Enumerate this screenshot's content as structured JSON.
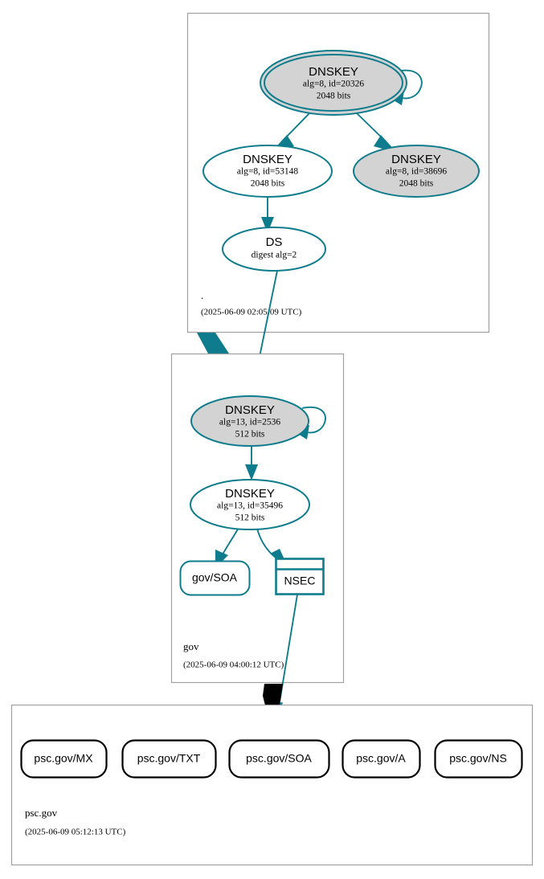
{
  "diagram": {
    "kind": "dnssec-authentication-chain",
    "colors": {
      "accent_teal": "#0e7c8c",
      "node_fill_gray": "#d3d3d3",
      "node_fill_white": "#ffffff",
      "zone_border": "#a0a0a0",
      "leaf_border": "#000000"
    }
  },
  "zones": {
    "root": {
      "label": ".",
      "timestamp": "(2025-06-09 02:05:09 UTC)",
      "nodes": {
        "ksk": {
          "type": "DNSKEY",
          "title": "DNSKEY",
          "line2": "alg=8, id=20326",
          "line3": "2048 bits",
          "alg": "8",
          "id": "20326",
          "bits": "2048 bits",
          "fill": "gray",
          "double_border": true
        },
        "zsk": {
          "type": "DNSKEY",
          "title": "DNSKEY",
          "line2": "alg=8, id=53148",
          "line3": "2048 bits",
          "alg": "8",
          "id": "53148",
          "bits": "2048 bits",
          "fill": "white",
          "double_border": false
        },
        "extra": {
          "type": "DNSKEY",
          "title": "DNSKEY",
          "line2": "alg=8, id=38696",
          "line3": "2048 bits",
          "alg": "8",
          "id": "38696",
          "bits": "2048 bits",
          "fill": "gray",
          "double_border": false
        },
        "ds": {
          "type": "DS",
          "title": "DS",
          "line2": "digest alg=2",
          "fill": "white",
          "double_border": false
        }
      }
    },
    "gov": {
      "label": "gov",
      "timestamp": "(2025-06-09 04:00:12 UTC)",
      "nodes": {
        "ksk": {
          "type": "DNSKEY",
          "title": "DNSKEY",
          "line2": "alg=13, id=2536",
          "line3": "512 bits",
          "alg": "13",
          "id": "2536",
          "bits": "512 bits",
          "fill": "gray",
          "double_border": false
        },
        "zsk": {
          "type": "DNSKEY",
          "title": "DNSKEY",
          "line2": "alg=13, id=35496",
          "line3": "512 bits",
          "alg": "13",
          "id": "35496",
          "bits": "512 bits",
          "fill": "white",
          "double_border": false
        },
        "soa": {
          "type": "RRset",
          "title": "gov/SOA"
        },
        "nsec": {
          "type": "NSEC",
          "title": "NSEC"
        }
      }
    },
    "pscgov": {
      "label": "psc.gov",
      "timestamp": "(2025-06-09 05:12:13 UTC)",
      "rrsets": [
        {
          "title": "psc.gov/MX"
        },
        {
          "title": "psc.gov/TXT"
        },
        {
          "title": "psc.gov/SOA"
        },
        {
          "title": "psc.gov/A"
        },
        {
          "title": "psc.gov/NS"
        }
      ]
    }
  }
}
